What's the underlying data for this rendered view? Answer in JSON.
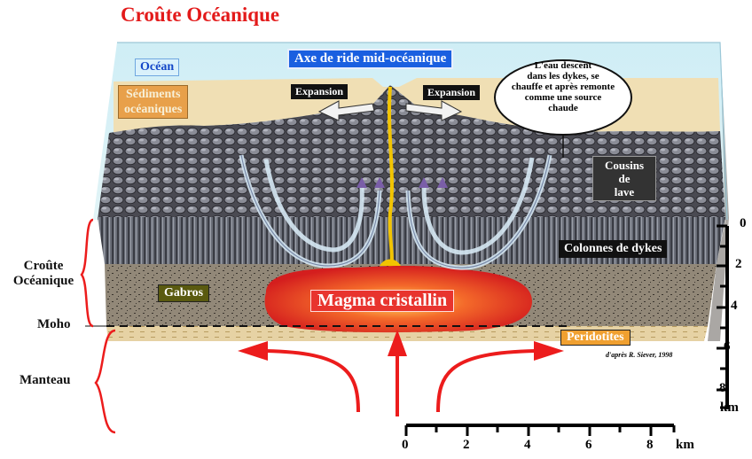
{
  "title": "Croûte Océanique",
  "labels": {
    "axis": "Axe de ride mid-océanique",
    "ocean": "Océan",
    "sediments_line1": "Sédiments",
    "sediments_line2": "océaniques",
    "expansion_left": "Expansion",
    "expansion_right": "Expansion",
    "callout": [
      "L'eau descent",
      "dans les dykes, se",
      "chauffe et après  remonte",
      "comme une source",
      "chaude"
    ],
    "cousins": [
      "Cousins",
      "de",
      "lave"
    ],
    "dykes": "Colonnes de dykes",
    "gabros": "Gabros",
    "magma": "Magma cristallin",
    "peridotites": "Peridotites",
    "credit": "d'après R. Siever, 1998",
    "crust_line1": "Croûte",
    "crust_line2": "Océanique",
    "moho": "Moho",
    "manteau": "Manteau"
  },
  "vertical_scale": {
    "ticks": [
      "0",
      "2",
      "4",
      "6",
      "8"
    ],
    "unit": "km"
  },
  "horizontal_scale": {
    "ticks": [
      "0",
      "2",
      "4",
      "6",
      "8"
    ],
    "unit": "km"
  },
  "colors": {
    "title": "#e31a1a",
    "axis_box": "#1a5fe0",
    "magma": "#e8342e",
    "peridotites": "#f0a030",
    "gabros": "#5a5a10",
    "brace": "#e31a1a"
  }
}
